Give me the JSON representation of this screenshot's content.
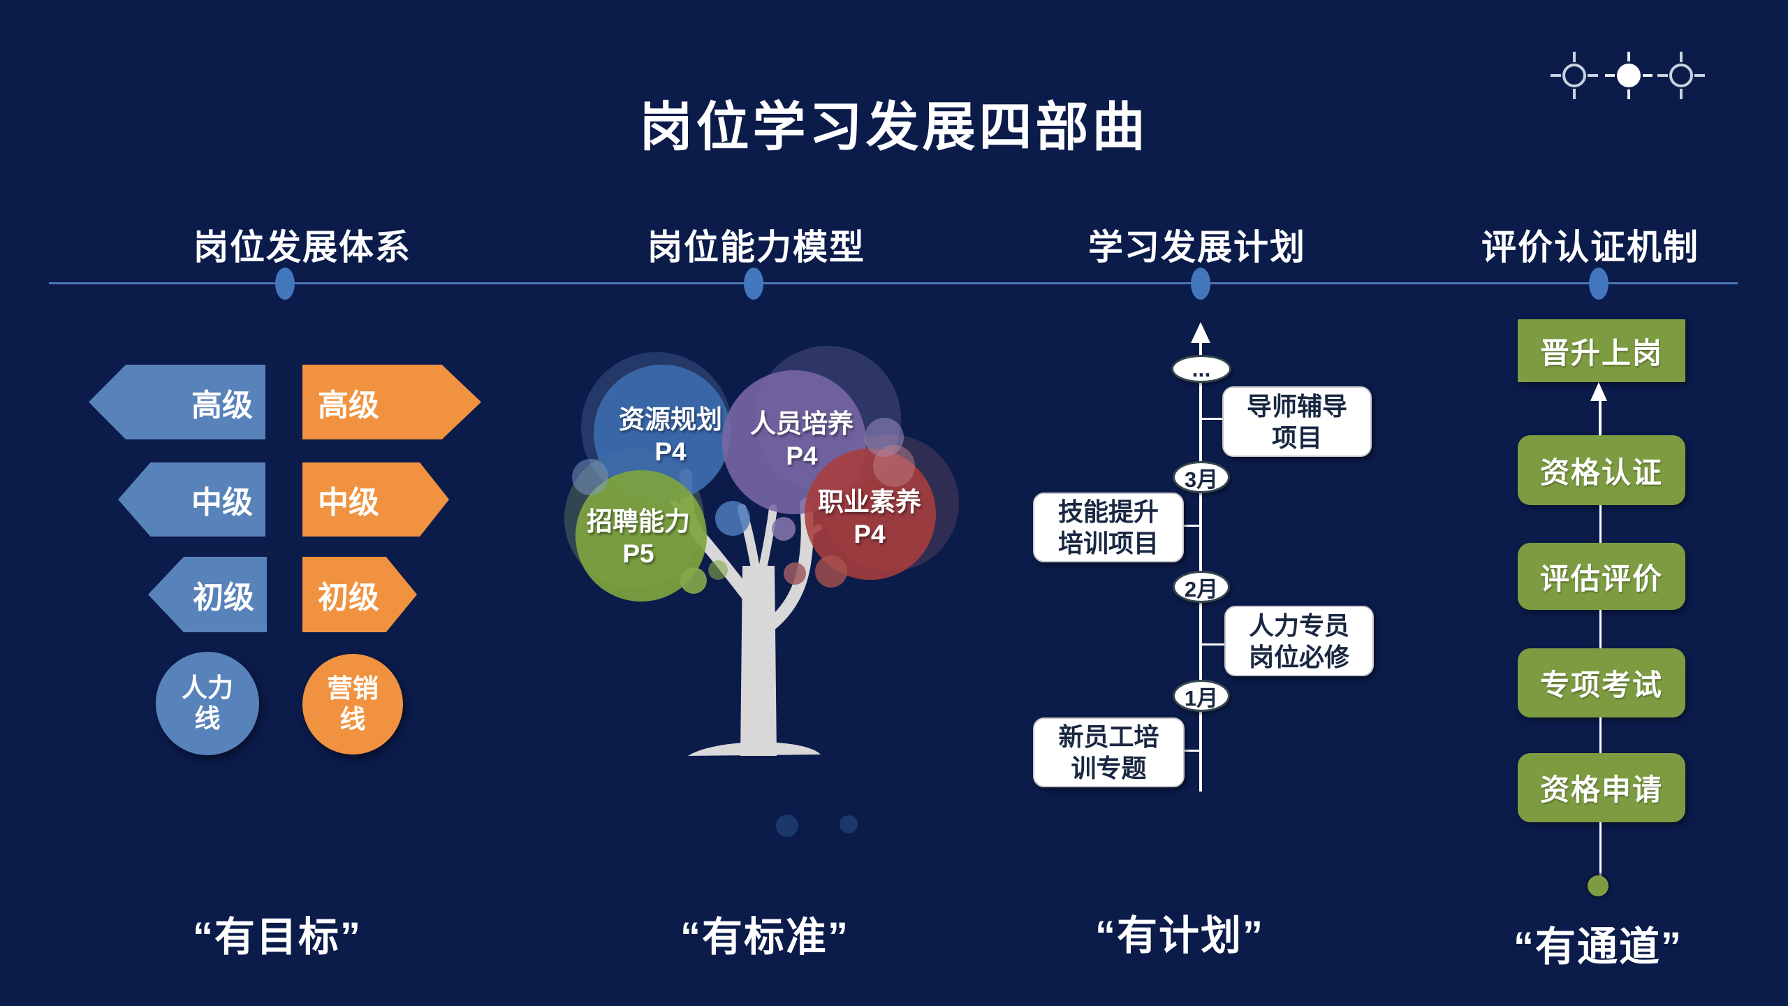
{
  "title": "岗位学习发展四部曲",
  "headers": [
    "岗位发展体系",
    "岗位能力模型",
    "学习发展计划",
    "评价认证机制"
  ],
  "quotes": [
    "“有目标”",
    "“有标准”",
    "“有计划”",
    "“有通道”"
  ],
  "col1": {
    "blue_levels": [
      "高级",
      "中级",
      "初级"
    ],
    "orange_levels": [
      "高级",
      "中级",
      "初级"
    ],
    "hr_circle": [
      "人力",
      "线"
    ],
    "mkt_circle": [
      "营销",
      "线"
    ]
  },
  "col2": {
    "circles": [
      {
        "name": "资源规划",
        "grade": "P4"
      },
      {
        "name": "人员培养",
        "grade": "P4"
      },
      {
        "name": "招聘能力",
        "grade": "P5"
      },
      {
        "name": "职业素养",
        "grade": "P4"
      }
    ]
  },
  "col3": {
    "markers": [
      "...",
      "3月",
      "2月",
      "1月"
    ],
    "items": [
      {
        "lines": [
          "导师辅导",
          "项目"
        ],
        "side": "right"
      },
      {
        "lines": [
          "技能提升",
          "培训项目"
        ],
        "side": "left"
      },
      {
        "lines": [
          "人力专员",
          "岗位必修"
        ],
        "side": "right"
      },
      {
        "lines": [
          "新员工培",
          "训专题"
        ],
        "side": "left"
      }
    ]
  },
  "col4": {
    "steps": [
      "晋升上岗",
      "资格认证",
      "评估评价",
      "专项考试",
      "资格申请"
    ]
  },
  "icons": {
    "top_right": [
      "crosshair-outline",
      "crosshair-filled",
      "crosshair-outline"
    ]
  },
  "colors": {
    "background": "#0B1B4A",
    "blue": "#5882BA",
    "orange": "#F0923F",
    "step_green": "#7D9C41",
    "divider_line": "#4C79B6",
    "divider_dot": "#4377BD",
    "tree_blue": "#3C6CAE",
    "tree_purple": "#7968A5",
    "tree_green": "#7EA43E",
    "tree_red": "#A93E3C",
    "trunk": "#D8D8D8",
    "dark_text": "#1A2742"
  }
}
